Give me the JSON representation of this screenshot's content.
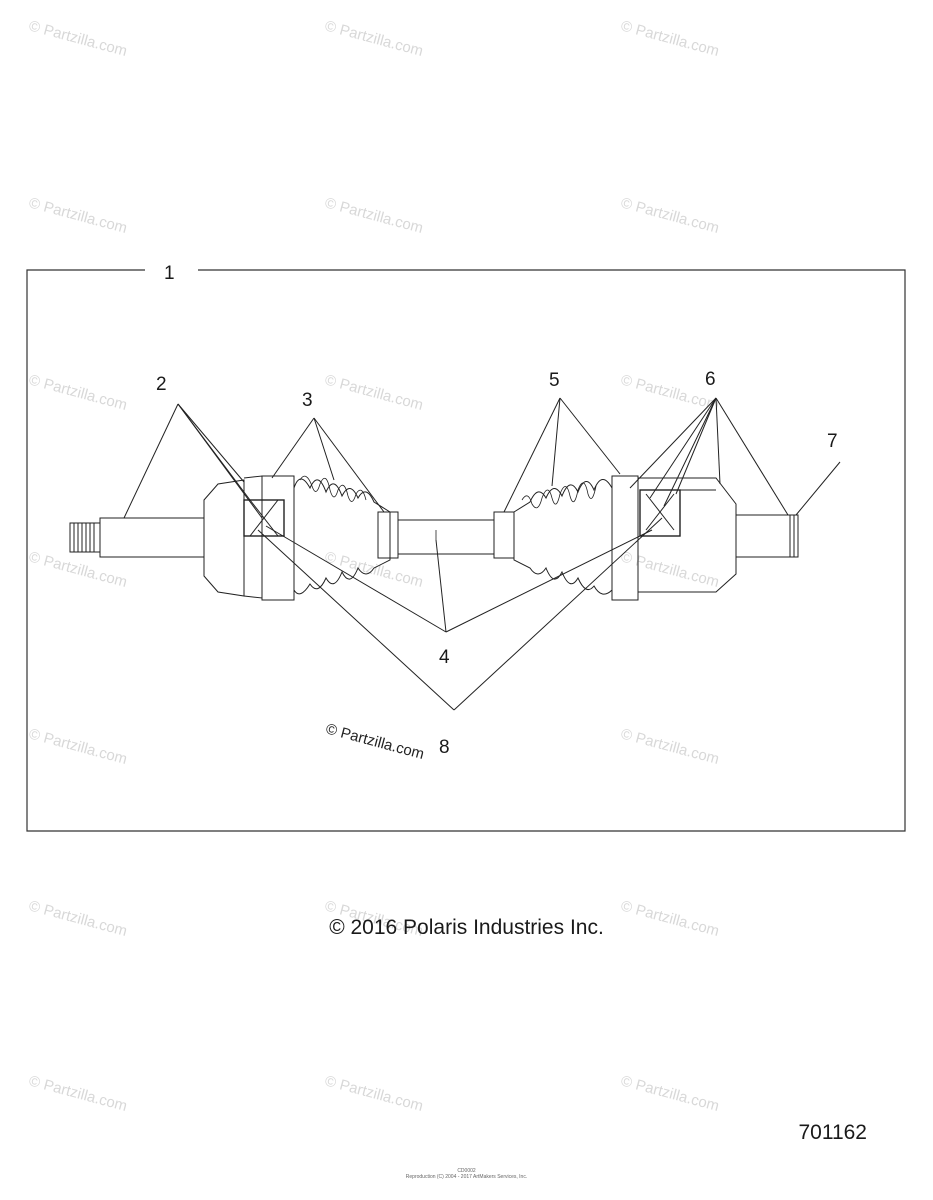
{
  "watermark": "© Partzilla.com",
  "diagram": {
    "frame_label": "1",
    "callouts": [
      "2",
      "3",
      "4",
      "5",
      "6",
      "7",
      "8"
    ],
    "inline_watermark": "© Partzilla.com"
  },
  "footer": {
    "copyright": "© 2016 Polaris Industries Inc.",
    "doc_id": "701162",
    "tiny_line1": "CD0002",
    "tiny_line2": "Reproduction (C) 2004 - 2017 ArtMakers Services, Inc."
  }
}
